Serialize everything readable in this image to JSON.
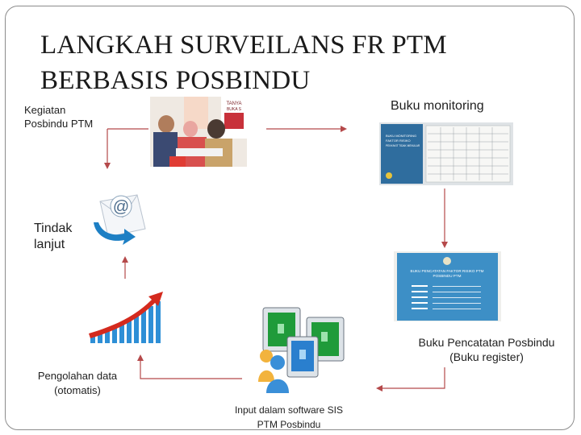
{
  "slide": {
    "title_lines": [
      "LANGKAH SURVEILANS FR PTM",
      "BERBASIS POSBINDU"
    ]
  },
  "steps": {
    "kegiatan": {
      "line1": "Kegiatan",
      "line2": "Posbindu PTM"
    },
    "buku_monitoring": {
      "label": "Buku monitoring"
    },
    "buku_pencatatan": {
      "line1": "Buku Pencatatan Posbindu",
      "line2": "(Buku register)"
    },
    "input_software": {
      "line1": "Input dalam software SIS",
      "line2": "PTM Posbindu"
    },
    "pengolahan": {
      "line1": "Pengolahan data",
      "line2": "(otomatis)"
    },
    "tindak_lanjut": {
      "line1": "Tindak",
      "line2": "lanjut"
    }
  },
  "images": {
    "activity_poster": {
      "line1": "TANYA",
      "line2": "BUKA S"
    },
    "monitoring_book_cover": {
      "line1": "BUKU MONITORING",
      "line2": "FAKTOR RISIKO",
      "line3": "PENYAKIT TIDAK MENULAR"
    },
    "register_book_title": {
      "line1": "BUKU PENCATATAN FAKTOR RISIKO PTM",
      "line2": "POSBINDU PTM"
    },
    "email_symbol": "@"
  },
  "colors": {
    "arrow": "#b5494a",
    "monitoring_book": "#2f6d9e",
    "register_book": "#3d8fc6",
    "chart_bars": "#2e8fd6",
    "chart_arrow": "#d42a1e",
    "email_arrow": "#1d7fc4",
    "monitor_green": "#1f9b3a"
  }
}
